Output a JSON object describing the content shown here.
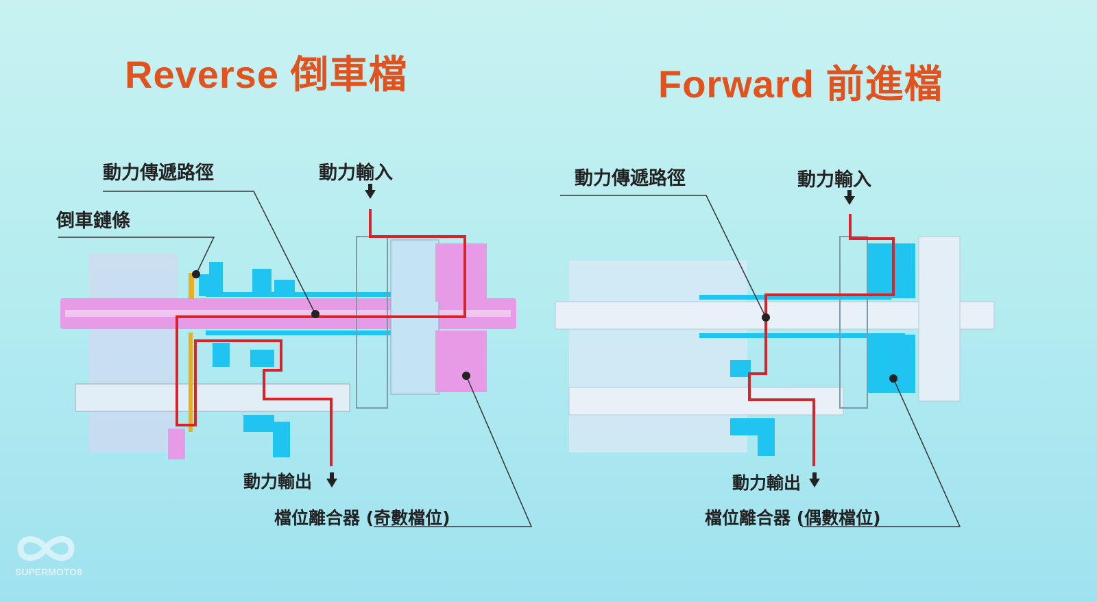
{
  "reverse": {
    "title": "Reverse 倒車檔",
    "power_path": "動力傳遞路徑",
    "reverse_chain": "倒車鏈條",
    "power_input": "動力輸入",
    "power_output": "動力輸出",
    "clutch": "檔位離合器 (奇數檔位)"
  },
  "forward": {
    "title": "Forward 前進檔",
    "power_path": "動力傳遞路徑",
    "power_input": "動力輸入",
    "power_output": "動力輸出",
    "clutch": "檔位離合器 (偶數檔位)"
  },
  "watermark": "SUPERMOTO8",
  "colors": {
    "title": "#e0531f",
    "path": "#d8232a",
    "shaft": "#e79ae6",
    "gear": "#1fc4f0",
    "chain": "#e8b020"
  }
}
